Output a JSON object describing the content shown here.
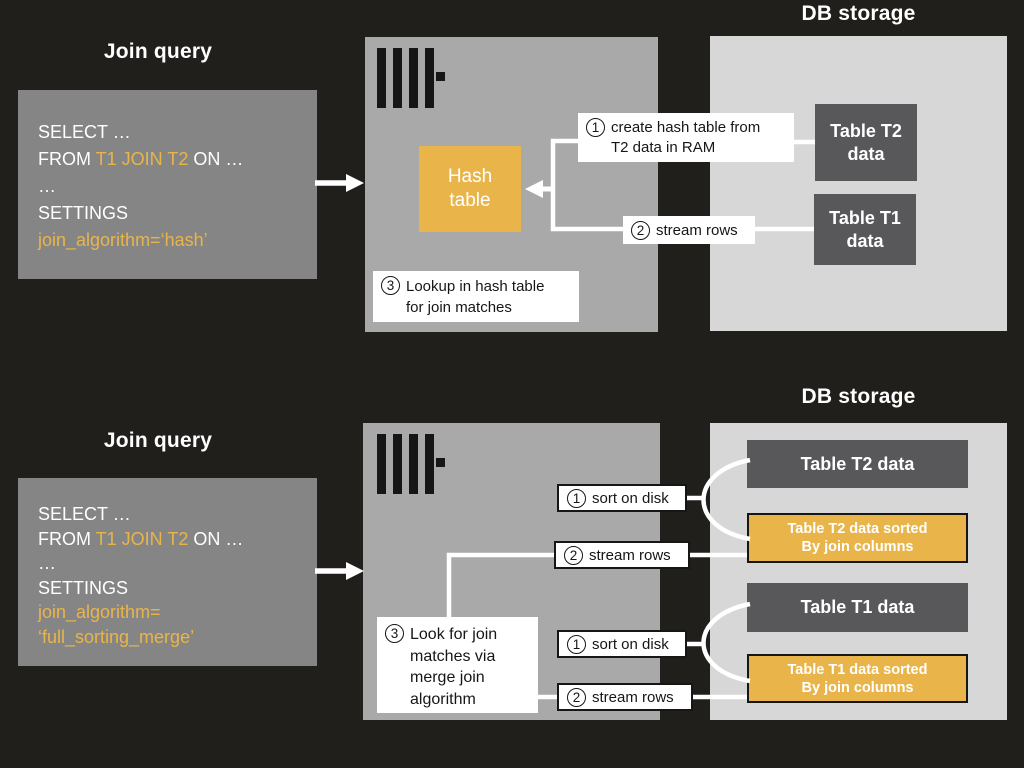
{
  "colors": {
    "bg": "#201f1b",
    "query-gray": "#858585",
    "server-gray": "#a9a9a9",
    "storage-gray": "#d7d7d7",
    "table-dark": "#58585a",
    "accent": "#e9b54a",
    "label-bg": "#ffffff",
    "ink": "#161616",
    "text-white": "#ffffff",
    "connector": "#ffffff"
  },
  "hash_join": {
    "join_query_title": "Join query",
    "db_storage_title": "DB storage",
    "sql": {
      "line1": "SELECT …",
      "line2_from": "FROM ",
      "line2_tables": "T1 JOIN T2",
      "line2_on": " ON …",
      "line3": "…",
      "line4": "SETTINGS",
      "line5": "join_algorithm=‘hash’"
    },
    "hash_table_label": "Hash table",
    "steps": {
      "s1": {
        "num": "1",
        "line1": "create hash table from",
        "line2": "T2 data in RAM"
      },
      "s2": {
        "num": "2",
        "text": "stream rows"
      },
      "s3": {
        "num": "3",
        "line1": "Lookup in hash table",
        "line2": "for join matches"
      }
    },
    "tables": {
      "t2": "Table T2 data",
      "t1": "Table T1 data"
    }
  },
  "merge_join": {
    "join_query_title": "Join query",
    "db_storage_title": "DB storage",
    "sql": {
      "line1": "SELECT …",
      "line2_from": "FROM ",
      "line2_tables": "T1 JOIN T2",
      "line2_on": " ON …",
      "line3": "…",
      "line4": "SETTINGS",
      "line5": "join_algorithm=",
      "line6": "‘full_sorting_merge’"
    },
    "steps": {
      "sort_t2": {
        "num": "1",
        "text": "sort on disk"
      },
      "stream_t2": {
        "num": "2",
        "text": "stream rows"
      },
      "sort_t1": {
        "num": "1",
        "text": "sort on disk"
      },
      "stream_t1": {
        "num": "2",
        "text": "stream rows"
      },
      "s3": {
        "num": "3",
        "line1": "Look for join",
        "line2": "matches via",
        "line3": "merge join",
        "line4": "algorithm"
      }
    },
    "tables": {
      "t2": "Table T2 data",
      "t2_sorted_line1": "Table T2 data sorted",
      "t2_sorted_line2": "By join columns",
      "t1": "Table T1 data",
      "t1_sorted_line1": "Table T1 data sorted",
      "t1_sorted_line2": "By join columns"
    }
  }
}
